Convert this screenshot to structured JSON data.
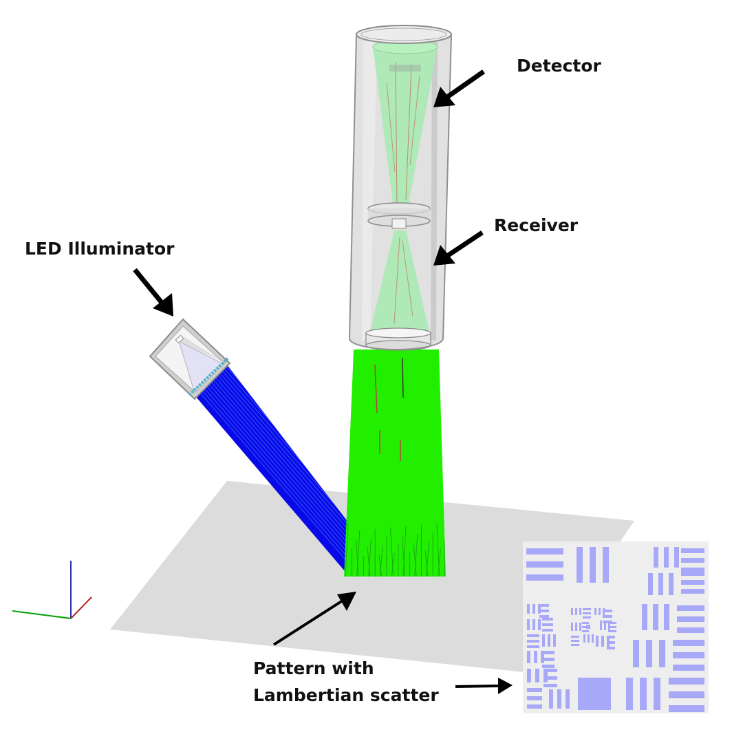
{
  "labels": {
    "detector": "Detector",
    "receiver": "Receiver",
    "led_illuminator": "LED Illuminator",
    "pattern_line1": "Pattern with",
    "pattern_line2": "Lambertian scatter"
  },
  "colors": {
    "background": "#ffffff",
    "ground_plane": "#dcdcdc",
    "housing": "#c4c4c4",
    "detection_rays": "#22ee00",
    "illumination_rays": "#0000ee",
    "stray_rays": "#c04040",
    "cone_fill": "#a8e8b0",
    "target_background": "#eeeeee",
    "target_bars": "#a8a8f8",
    "arrow": "#000000",
    "axis_x": "#00a000",
    "axis_y": "#b02020",
    "axis_z": "#2030b0"
  },
  "icons": {
    "annotation_arrows": "arrow-icon",
    "coordinate_axes": "axes-triad-icon"
  }
}
